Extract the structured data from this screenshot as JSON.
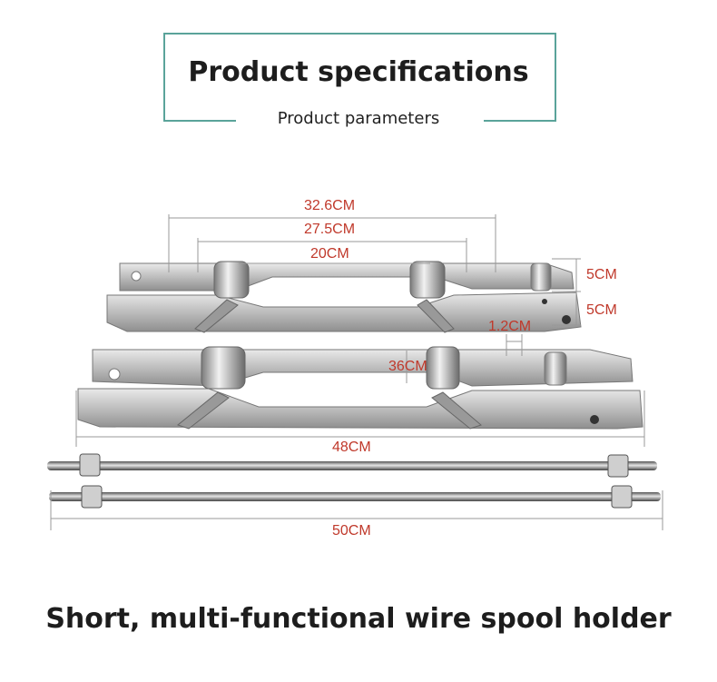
{
  "header": {
    "title": "Product specifications",
    "subtitle": "Product parameters"
  },
  "dimensions": {
    "d1": "32.6CM",
    "d2": "27.5CM",
    "d3": "20CM",
    "d4": "5CM",
    "d5": "5CM",
    "d6": "1.2CM",
    "d7": "36CM",
    "d8": "48CM",
    "d9": "50CM"
  },
  "footer": {
    "caption": "Short, multi-functional wire spool holder"
  },
  "colors": {
    "accent_frame": "#5aa39a",
    "dimension_red": "#c0392b",
    "metal": "#b8b8b8"
  }
}
